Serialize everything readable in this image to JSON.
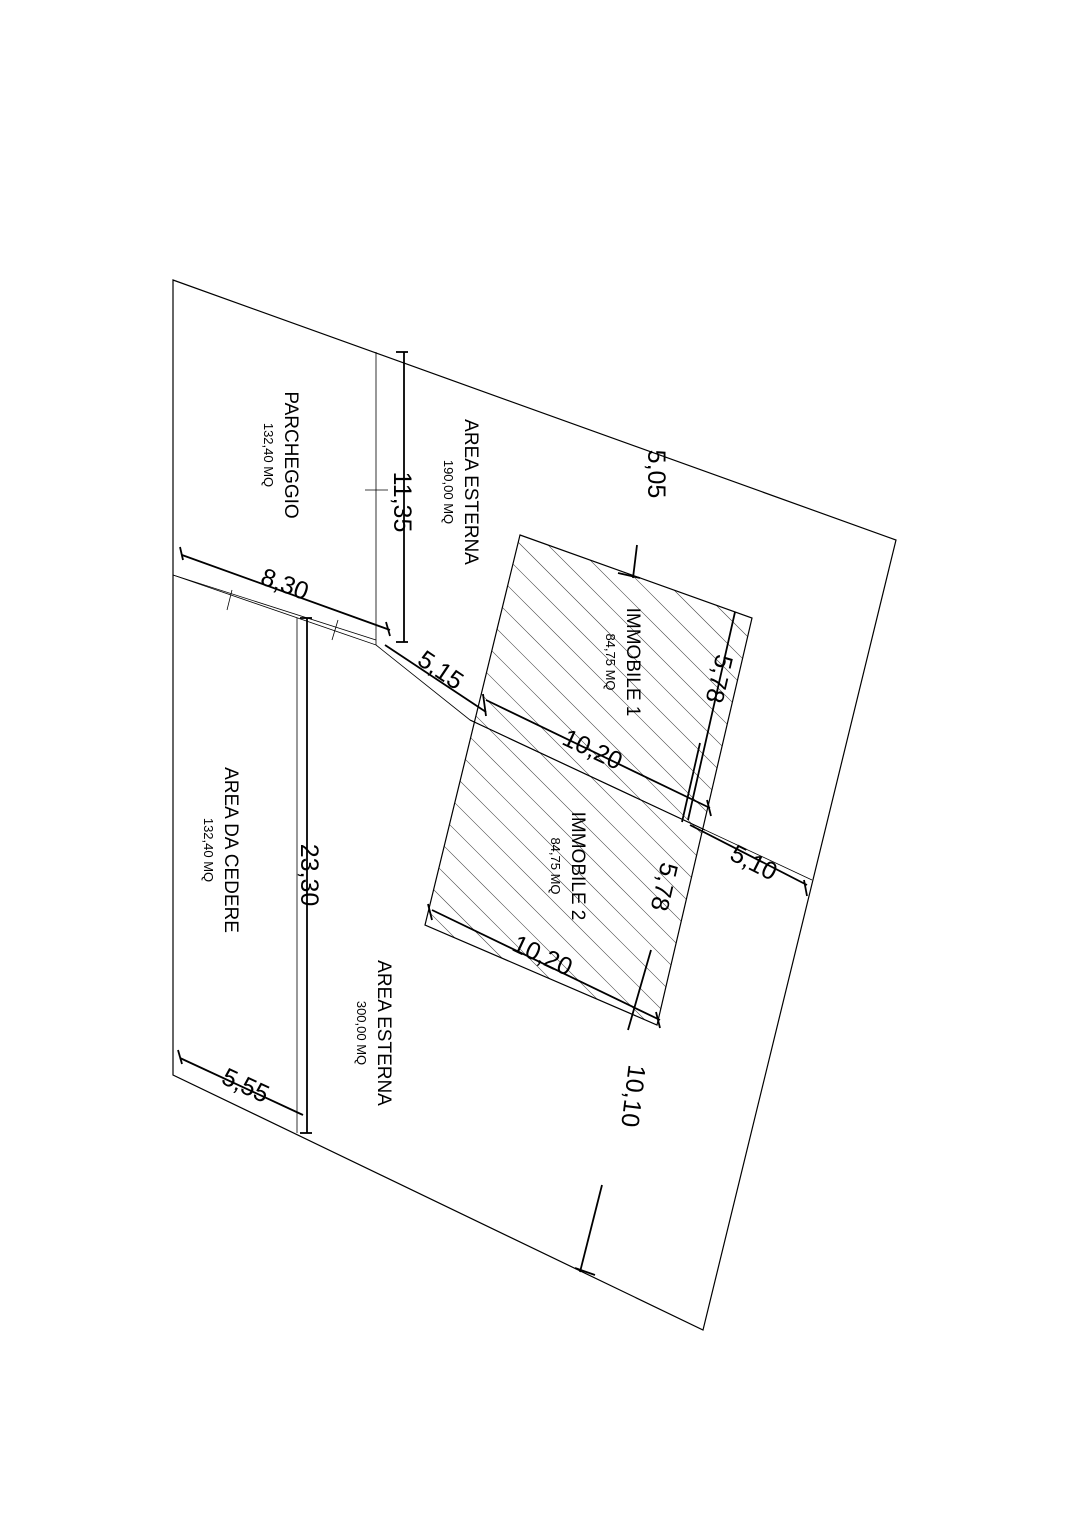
{
  "areas": {
    "area_esterna_north": {
      "title": "AREA ESTERNA",
      "value": "190,00 MQ"
    },
    "parcheggio": {
      "title": "PARCHEGGIO",
      "value": "132,40 MQ"
    },
    "area_da_cedere": {
      "title": "AREA DA CEDERE",
      "value": "132,40 MQ"
    },
    "area_esterna_south": {
      "title": "AREA ESTERNA",
      "value": "300,00 MQ"
    },
    "immobile_1": {
      "title": "IMMOBILE 1",
      "value": "84,75 MQ"
    },
    "immobile_2": {
      "title": "IMMOBILE 2",
      "value": "84,75 MQ"
    }
  },
  "dimensions": {
    "top_edge": "5,05",
    "parking_depth": "11,35",
    "parking_width": "8,30",
    "setback_diagonal": "5,15",
    "building1_width": "10,20",
    "building1_depth": "5,78",
    "building2_width": "10,20",
    "building2_depth": "5,78",
    "side_gap": "5,10",
    "cession_length": "23,30",
    "cession_width": "5,55",
    "bottom_gap": "10,10"
  },
  "colors": {
    "line": "#000000",
    "hatch": "#444444",
    "background": "#ffffff"
  }
}
